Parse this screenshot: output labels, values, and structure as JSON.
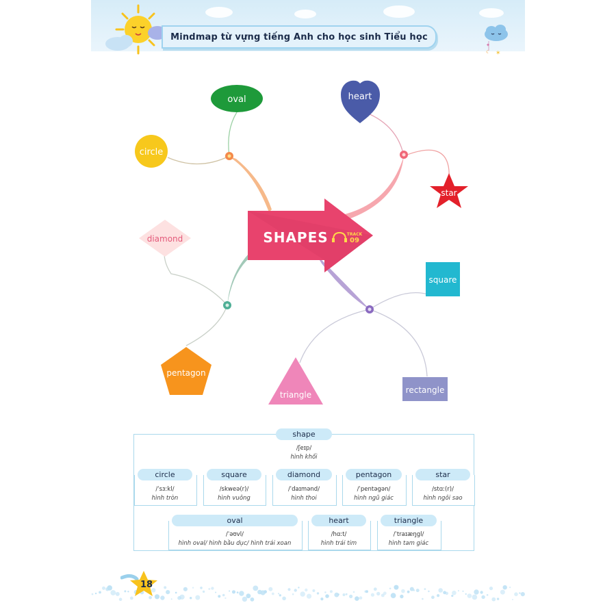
{
  "header": {
    "title": "Mindmap từ vựng tiếng Anh cho học sinh Tiểu học"
  },
  "mindmap": {
    "center": {
      "label": "SHAPES",
      "track_label": "TRACK",
      "track_number": "09"
    },
    "nodes": {
      "oval": "oval",
      "circle": "circle",
      "heart": "heart",
      "star": "star",
      "diamond": "diamond",
      "square": "square",
      "pentagon": "pentagon",
      "triangle": "triangle",
      "rectangle": "rectangle"
    },
    "colors": {
      "center": "#e8436d",
      "oval": "#1e9a3a",
      "circle": "#f7c81c",
      "heart": "#4a5ba8",
      "star": "#e3202a",
      "diamond": "#fde1e1",
      "square": "#22b8d0",
      "pentagon": "#f7941d",
      "triangle": "#ef86b9",
      "rectangle": "#8f93c9"
    }
  },
  "vocab": {
    "main": {
      "word": "shape",
      "ipa": "/ʃeɪp/",
      "meaning": "hình khối"
    },
    "row1": [
      {
        "word": "circle",
        "ipa": "/ˈsɜːkl/",
        "meaning": "hình tròn"
      },
      {
        "word": "square",
        "ipa": "/skweə(r)/",
        "meaning": "hình vuông"
      },
      {
        "word": "diamond",
        "ipa": "/ˈdaɪmənd/",
        "meaning": "hình thoi"
      },
      {
        "word": "pentagon",
        "ipa": "/ˈpentəgən/",
        "meaning": "hình ngũ giác"
      },
      {
        "word": "star",
        "ipa": "/stɑː(r)/",
        "meaning": "hình ngôi sao"
      }
    ],
    "row2": [
      {
        "word": "oval",
        "ipa": "/ˈəʊvl/",
        "meaning": "hình oval/ hình bầu dục/ hình trái xoan"
      },
      {
        "word": "heart",
        "ipa": "/hɑːt/",
        "meaning": "hình trái tim"
      },
      {
        "word": "triangle",
        "ipa": "/ˈtraɪæŋgl/",
        "meaning": "hình tam giác"
      }
    ]
  },
  "footer": {
    "page_number": "18"
  }
}
